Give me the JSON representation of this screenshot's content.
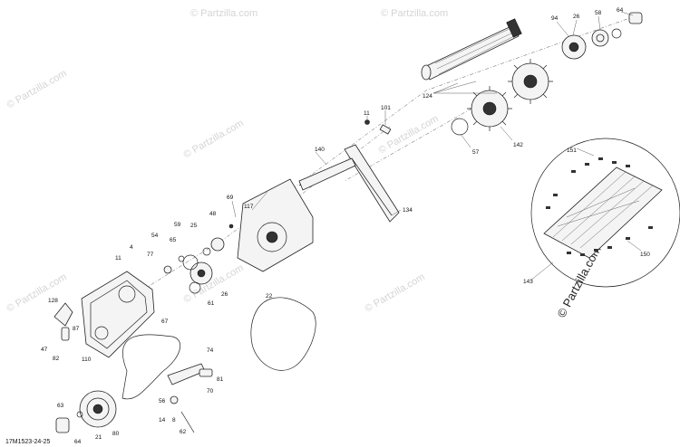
{
  "drawing": {
    "reference": "17M1523-24-25",
    "watermark": "Partzilla.com",
    "watermark_large": "© Partzilla.com"
  },
  "callouts": {
    "c64a": "64",
    "c58": "58",
    "c26a": "26",
    "c94": "94",
    "c124": "124",
    "c142": "142",
    "c57": "57",
    "c11a": "11",
    "c101": "101",
    "c151": "151",
    "c140": "140",
    "c134": "134",
    "c117": "117",
    "c69": "69",
    "c48": "48",
    "c59": "59",
    "c25": "25",
    "c54": "54",
    "c65": "65",
    "c4": "4",
    "c77": "77",
    "c11b": "11",
    "c26b": "26",
    "c61": "61",
    "c22": "22",
    "c128": "128",
    "c87": "87",
    "c47": "47",
    "c82": "82",
    "c110": "110",
    "c67": "67",
    "c74": "74",
    "c81": "81",
    "c70": "70",
    "c56": "56",
    "c14": "14",
    "c8": "8",
    "c62": "62",
    "c63": "63",
    "c21": "21",
    "c80": "80",
    "c64b": "64",
    "c150": "150",
    "c143": "143"
  }
}
